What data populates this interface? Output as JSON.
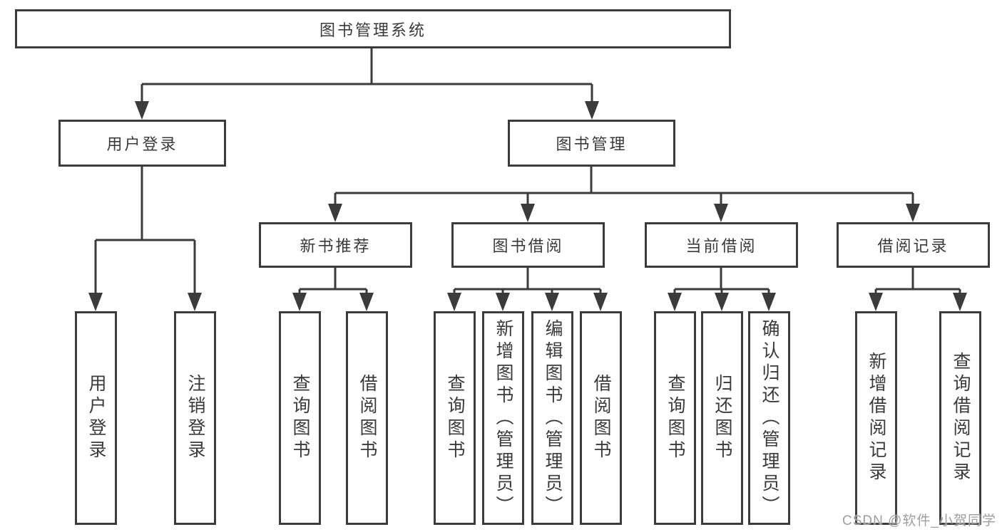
{
  "tree": {
    "label": "图书管理系统",
    "children": [
      {
        "label": "用户登录",
        "children": [
          {
            "label": "用户登录"
          },
          {
            "label": "注销登录"
          }
        ]
      },
      {
        "label": "图书管理",
        "children": [
          {
            "label": "新书推荐",
            "children": [
              {
                "label": "查询图书"
              },
              {
                "label": "借阅图书"
              }
            ]
          },
          {
            "label": "图书借阅",
            "children": [
              {
                "label": "查询图书"
              },
              {
                "label": "新增图书（管理员）"
              },
              {
                "label": "编辑图书（管理员）"
              },
              {
                "label": "借阅图书"
              }
            ]
          },
          {
            "label": "当前借阅",
            "children": [
              {
                "label": "查询图书"
              },
              {
                "label": "归还图书"
              },
              {
                "label": "确认归还（管理员）"
              }
            ]
          },
          {
            "label": "借阅记录",
            "children": [
              {
                "label": "新增借阅记录"
              },
              {
                "label": "查询借阅记录"
              }
            ]
          }
        ]
      }
    ]
  },
  "watermark": {
    "text": "CSDN @软件_小贺同学"
  },
  "colors": {
    "line": "#3b3b3b",
    "text": "#3a3a3a",
    "box_background": "#ffffff",
    "watermark": "#9e9e9e",
    "page_background": "#ffffff"
  }
}
